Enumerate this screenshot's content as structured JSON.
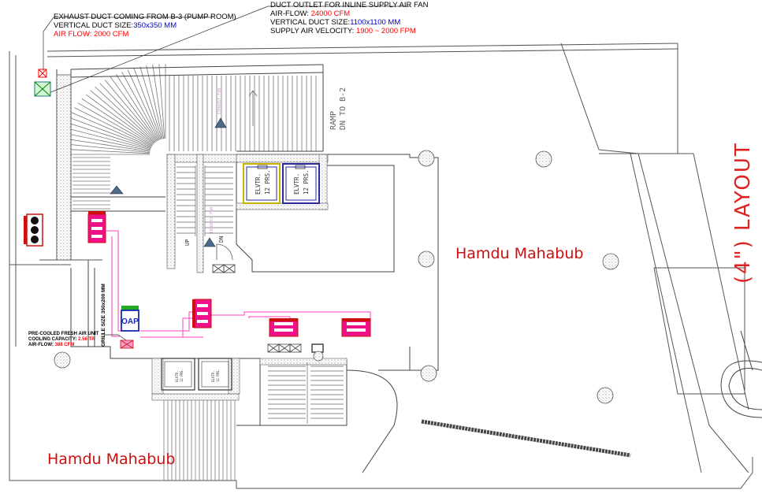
{
  "notes": {
    "exhaust": {
      "line1": "EXHAUST DUCT COMING FROM B-3 (PUMP ROOM)",
      "line2_label": "VERTICAL DUCT SIZE:",
      "line2_value": "350x350 MM",
      "line3": "AIR FLOW: 2000 CFM"
    },
    "inline_fan": {
      "line1": "DUCT OUTLET FOR INLINE SUPPLY AIR FAN",
      "line2_label": "AIR-FLOW: ",
      "line2_value": "24000 CFM",
      "line3_label": "VERTICAL DUCT SIZE:",
      "line3_value": "1100x1100 MM",
      "line4_label": "SUPPLY AIR VELOCITY: ",
      "line4_value": "1900 ~ 2000 FPM"
    },
    "pcfau": {
      "line1": "PRE-COOLED FRESH AIR UNIT",
      "line2_label": "COOLING CAPACITY: ",
      "line2_value": "2.56 TR",
      "line3_label": "AIR-FLOW: ",
      "line3_value": "388 CFM"
    }
  },
  "labels": {
    "ramp": "RAMP",
    "ramp_dn": "DN TO B-2",
    "elvtr_1": "ELVTR.",
    "elvtr_1b": "12 PRS.",
    "elvtr_2": "ELVTR.",
    "elvtr_2b": "12 PRS.",
    "oap": "OAP",
    "grille": "GRILLE SIZE 350x200 MM",
    "up": "UP",
    "dn": "DN"
  },
  "watermarks": {
    "center": "Hamdu Mahabub",
    "bottom_left": "Hamdu Mahabub"
  },
  "side_title": "(4\") LAYOUT",
  "colors": {
    "duct_pink": "#ff66cc",
    "unit_magenta": "#ee1188",
    "unit_red": "#cc1010",
    "elevator_yellow": "#c8b400",
    "elevator_blue": "#2a2a9a",
    "oap_blue": "#1a2ab0",
    "oap_green": "#22aa22",
    "line_gray": "#555555",
    "watermark_red": "#cc1010"
  }
}
